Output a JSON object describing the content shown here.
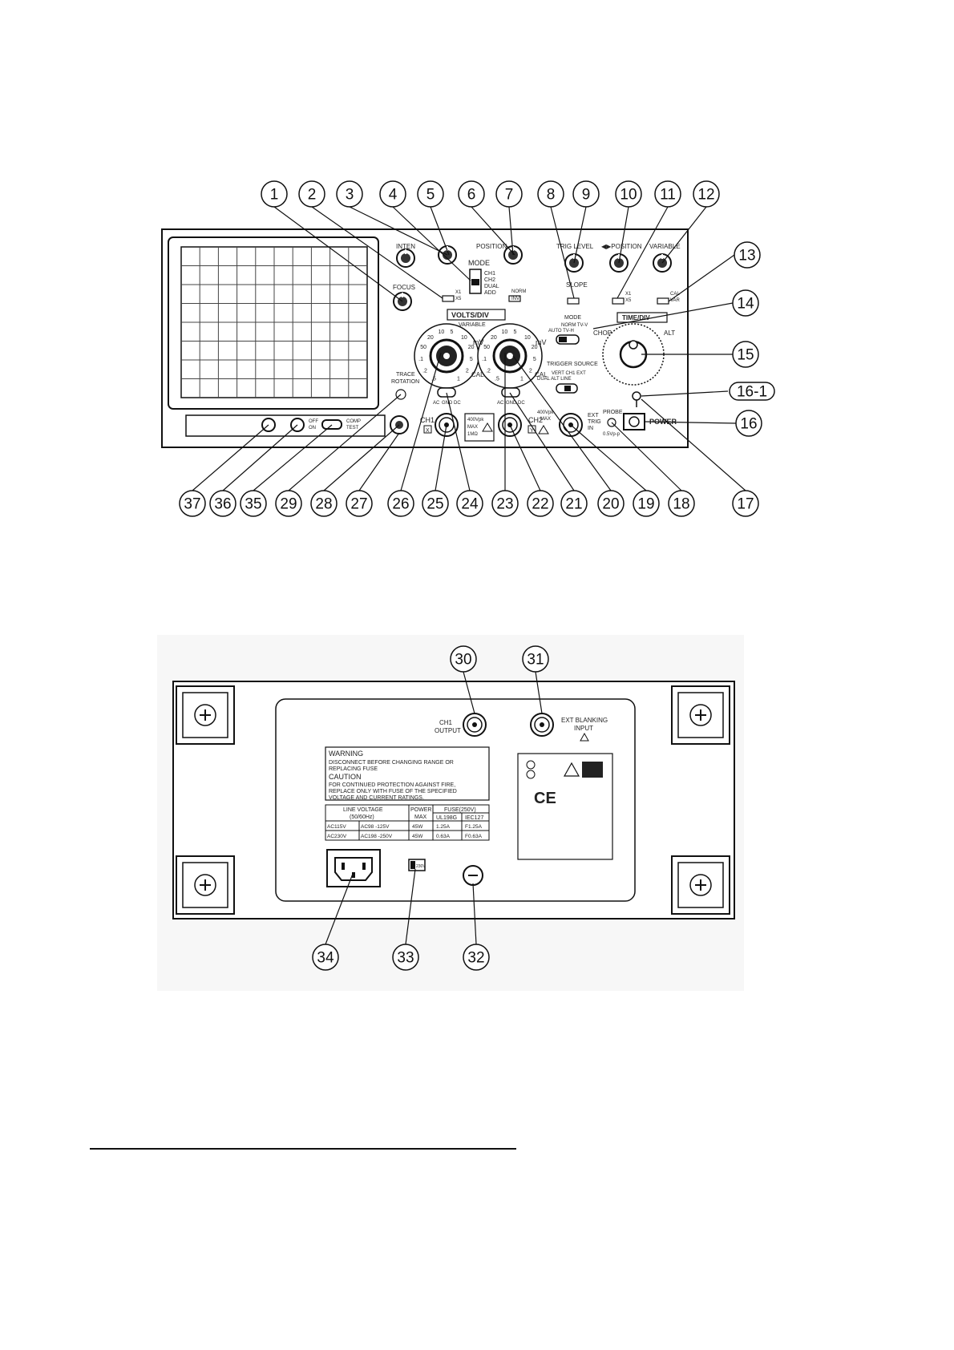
{
  "front_panel": {
    "labels": {
      "inten": "INTEN",
      "focus": "FOCUS",
      "position": "POSITION",
      "mode": "MODE",
      "mode_options": [
        "CH1",
        "CH2",
        "DUAL",
        "ADD"
      ],
      "x1": "X1",
      "x5": "X5",
      "norm": "NORM",
      "inv": "INV",
      "trig_level": "TRIG LEVEL",
      "h_position": "◀▶POSITION",
      "variable": "VARIABLE",
      "slope": "SLOPE",
      "cal": "CAL",
      "var": "VAR",
      "volts_div": "VOLTS/DIV",
      "variable_small": "VARIABLE",
      "mv": "mV",
      "trig_mode": "MODE",
      "trig_mode_options": "NORM TV-V",
      "trig_mode_options2": "AUTO  TV-H",
      "time_div": "TIME/DIV",
      "chop": "CHOP",
      "alt": "ALT",
      "trigger_source": "TRIGGER SOURCE",
      "trigger_source_options": "VERT CH1 EXT",
      "trigger_source_options2": "DUAL ALT  LINE",
      "trace_rotation_1": "TRACE",
      "trace_rotation_2": "ROTATION",
      "ac": "AC",
      "gnd": "GND",
      "dc": "DC",
      "ch1": "CH1",
      "ch2": "CH2",
      "x_box": "X",
      "y_box": "Y",
      "max400_1": "400Vpk",
      "max400_2": "MAX",
      "max400_3": "1MΩ",
      "max400b_1": "400Vpk",
      "max400b_2": "MAX",
      "ext_trig_1": "EXT",
      "ext_trig_2": "TRIG",
      "ext_trig_3": "IN",
      "probe": "PROBE",
      "probe_adj": "0.5Vp-p",
      "power": "POWER",
      "off": "OFF",
      "on": "ON",
      "comp_test_1": "COMP",
      "comp_test_2": "TEST",
      "sixteen_one": "16-1"
    },
    "volts_div_scale": [
      ".5",
      ".2",
      ".1",
      "50",
      "20",
      "10",
      "5",
      "10",
      "20",
      "5",
      "2",
      "1"
    ],
    "callouts_top": [
      "1",
      "2",
      "3",
      "4",
      "5",
      "6",
      "7",
      "8",
      "9",
      "10",
      "11",
      "12"
    ],
    "callouts_right": [
      "13",
      "14",
      "15",
      "16-1",
      "16"
    ],
    "callouts_bottom": [
      "37",
      "36",
      "35",
      "29",
      "28",
      "27",
      "26",
      "25",
      "24",
      "23",
      "22",
      "21",
      "20",
      "19",
      "18",
      "17"
    ]
  },
  "rear_panel": {
    "ch1_output_1": "CH1",
    "ch1_output_2": "OUTPUT",
    "ext_blanking_1": "EXT BLANKING",
    "ext_blanking_2": "INPUT",
    "warning_title": "WARNING",
    "warning_text_1": "DISCONNECT  BEFORE CHANGING RANGE OR",
    "warning_text_2": "REPLACING FUSE",
    "caution_title": "CAUTION",
    "caution_text_1": "FOR CONTINUED PROTECTION AGAINST FIRE,",
    "caution_text_2": "REPLACE ONLY WITH FUSE OF THE SPECIFIED",
    "caution_text_3": "VOLTAGE AND CURRENT RATINGS.",
    "table": {
      "headers": [
        "LINE VOLTAGE",
        "POWER",
        "FUSE(250V)"
      ],
      "subheaders": [
        "(50/60Hz)",
        "MAX",
        "UL198G",
        "IEC127"
      ],
      "rows": [
        [
          "AC115V",
          "AC98 -125V",
          "45W",
          "1.25A",
          "F1.25A"
        ],
        [
          "AC230V",
          "AC198 -250V",
          "45W",
          "0.63A",
          "F0.63A"
        ]
      ]
    },
    "ce_mark": "CE",
    "selector_label": "230V",
    "callouts": [
      "30",
      "31",
      "34",
      "33",
      "32"
    ]
  }
}
